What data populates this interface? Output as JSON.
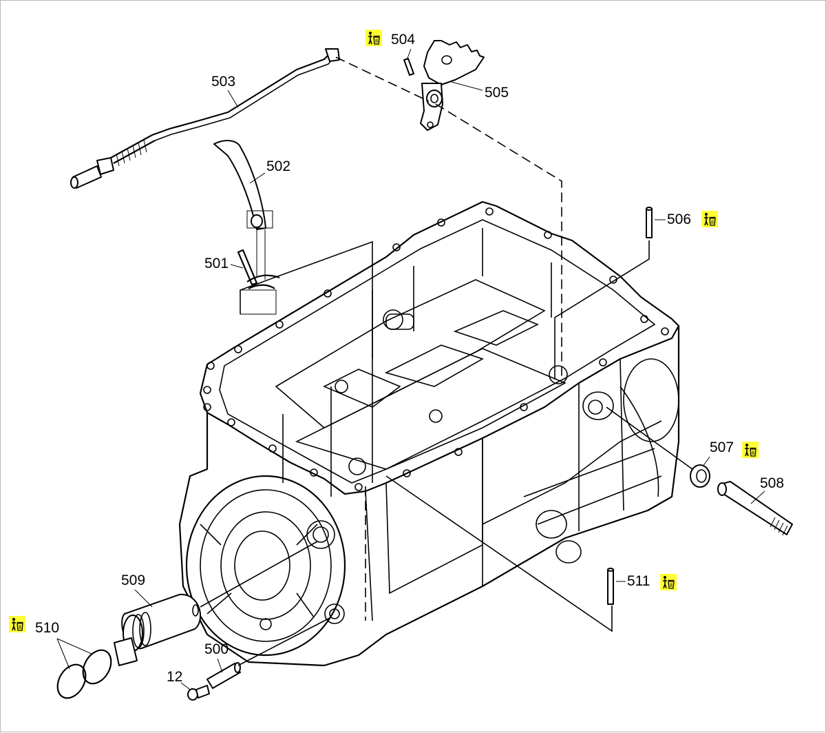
{
  "labels": {
    "p500": "500",
    "p501": "501",
    "p502": "502",
    "p503": "503",
    "p504": "504",
    "p505": "505",
    "p506": "506",
    "p507": "507",
    "p508": "508",
    "p509": "509",
    "p510": "510",
    "p511": "511",
    "p12": "12"
  },
  "icons": {
    "discard": "discard-part-icon"
  },
  "colors": {
    "icon_background": "#ffff33",
    "line": "#000000",
    "frame": "#b8b8b8"
  }
}
